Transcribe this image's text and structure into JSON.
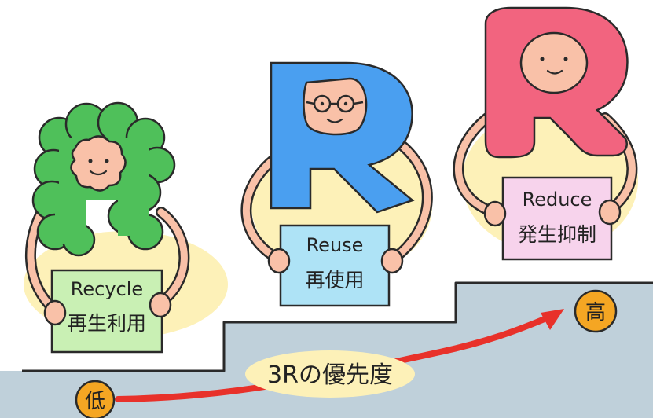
{
  "illustration": {
    "characters": [
      {
        "id": "recycle",
        "letter": "R",
        "letter_color": "#4fc05a",
        "sign_color": "#c9f0b4",
        "sign_label_en": "Recycle",
        "sign_label_jp": "再生利用",
        "face": "plain-smile"
      },
      {
        "id": "reuse",
        "letter": "R",
        "letter_color": "#4a9ff0",
        "sign_color": "#aee3f6",
        "sign_label_en": "Reuse",
        "sign_label_jp": "再使用",
        "face": "glasses-smile"
      },
      {
        "id": "reduce",
        "letter": "R",
        "letter_color": "#f2647f",
        "sign_color": "#f7d3ec",
        "sign_label_en": "Reduce",
        "sign_label_jp": "発生抑制",
        "face": "plain-smile"
      }
    ],
    "priority": {
      "label": "3Rの優先度",
      "low_badge": "低",
      "high_badge": "高",
      "arrow_color": "#e8312a",
      "badge_color": "#f5a623"
    },
    "colors": {
      "stairs": "#bfd0da",
      "glow": "#fdf1b8",
      "skin": "#f9c1a8",
      "outline": "#2a2a2a"
    }
  }
}
